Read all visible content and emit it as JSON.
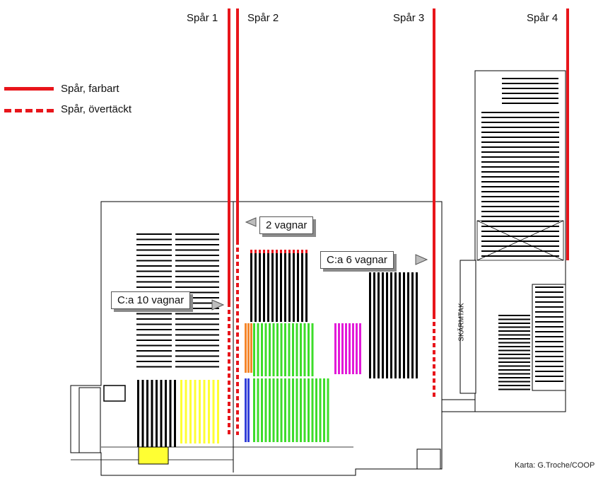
{
  "tracks": [
    {
      "label": "Spår 1"
    },
    {
      "label": "Spår 2"
    },
    {
      "label": "Spår 3"
    },
    {
      "label": "Spår 4"
    }
  ],
  "legend": {
    "solid_label": "Spår, farbart",
    "dotted_label": "Spår, övertäckt",
    "track_color": "#e8151b"
  },
  "callouts": {
    "two": "2 vagnar",
    "six": "C:a 6 vagnar",
    "ten": "C:a 10 vagnar"
  },
  "building_label": "SKÄRMTAK",
  "credit": "Karta: G.Troche/COOP",
  "colors": {
    "green": "#3ddc2a",
    "yellow": "#ffff33",
    "magenta": "#e21ad8",
    "orange": "#f5862a",
    "blue": "#3340d8",
    "red_rack": "#e8151b",
    "plan": "#000000"
  }
}
